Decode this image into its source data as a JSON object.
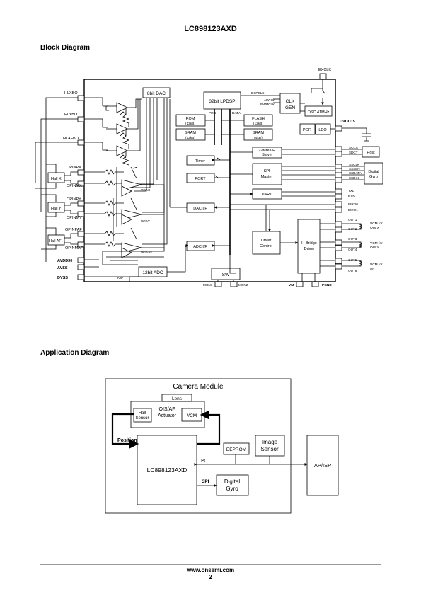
{
  "header": {
    "title": "LC898123AXD"
  },
  "sections": {
    "block": "Block Diagram",
    "application": "Application Diagram"
  },
  "block": {
    "top_pins": {
      "exclk": "EXCLK"
    },
    "left_pins": {
      "hlxbo": "HLXBO",
      "hlybo": "HLYBO",
      "hlafbo": "HLAFBO",
      "opinpx": "OPINPX",
      "opinmx": "OPINMX",
      "opinpy": "OPINPY",
      "opinmy": "OPINMY",
      "opinpaf": "OPINPAF",
      "opinmaf": "OPINMAF",
      "avdd30": "AVDD30",
      "avss": "AVSS",
      "dvss": "DVSS"
    },
    "hall": {
      "x": "Hall X",
      "y": "Hall Y",
      "af": "Hall AF"
    },
    "vga": {
      "x": "VGAX",
      "y": "VGAY",
      "af": "VGAAF"
    },
    "blocks": {
      "dac8": "8bit DAC",
      "lpdsp": "32bit  LPDSP",
      "clk1": "CLK",
      "clk2": "GEN",
      "dspclk": "DSPCLK",
      "adclk": "ADCLK",
      "pwmclk": "PWMCLK",
      "osc": "OSC 41MHz",
      "prg": "PRG",
      "data": "DATA",
      "rom1": "ROM",
      "rom2": "(12kB)",
      "sram1_1": "SRAM",
      "sram1_2": "(12kB)",
      "flash1": "FLASH",
      "flash2": "(12kB)",
      "sram2_1": "SRAM",
      "sram2_2": "(4kB)",
      "por": "POR",
      "ldo": "LDO",
      "timer": "Timer",
      "port": "PORT",
      "dacif": "DAC I/F",
      "adcif": "ADC I/F",
      "twowire1": "2-wire I/F",
      "twowire2": "Slave",
      "spi1": "SPI",
      "spi2": "Master",
      "uart": "UART",
      "drv1": "Driver",
      "drv2": "Control",
      "hb1": "H-Bridge",
      "hb2": "Driver",
      "adc12": "12bit ADC",
      "sw": "SW"
    },
    "right_pins": {
      "dvdd15": "DVDD15",
      "scca": "SCCA",
      "sdct": "SDCT",
      "ssclk": "SSCLK",
      "sssen": "SSSEN",
      "ssdata": "SSDATA",
      "ssdin": "SSDIN",
      "txd": "TXD",
      "rxd": "RXD",
      "eiro0": "EIRO0",
      "eiro1": "EIRO1",
      "out1": "OUT1",
      "out2": "OUT2",
      "out3": "OUT3",
      "out4": "OUT4",
      "out5": "OUT5",
      "out6": "OUT6"
    },
    "bottom_pins": {
      "iop": "IOP",
      "mon1": "MON1",
      "mon2": "MON2",
      "vm": "VM",
      "pgnd": "PGND"
    },
    "ext": {
      "host": "Host",
      "gyro1": "Digital",
      "gyro2": "Gyro",
      "vcm_x1": "VCM for",
      "vcm_x2": "OIS X",
      "vcm_y1": "VCM for",
      "vcm_y2": "OIS Y",
      "vcm_af1": "VCM for",
      "vcm_af2": "AF"
    }
  },
  "application": {
    "camera_module": "Camera Module",
    "lens": "Lens",
    "actuator1": "OIS/AF",
    "actuator2": "Actuator",
    "hall1": "Hall",
    "hall2": "Sensor",
    "vcm": "VCM",
    "position": "Position",
    "chip": "LC898123AXD",
    "eeprom": "EEPROM",
    "image1": "Image",
    "image2": "Sensor",
    "i2c": "I²C",
    "spi": "SPI",
    "gyro1": "Digital",
    "gyro2": "Gyro",
    "ap": "AP/ISP"
  },
  "footer": {
    "url": "www.onsemi.com",
    "page": "2"
  }
}
